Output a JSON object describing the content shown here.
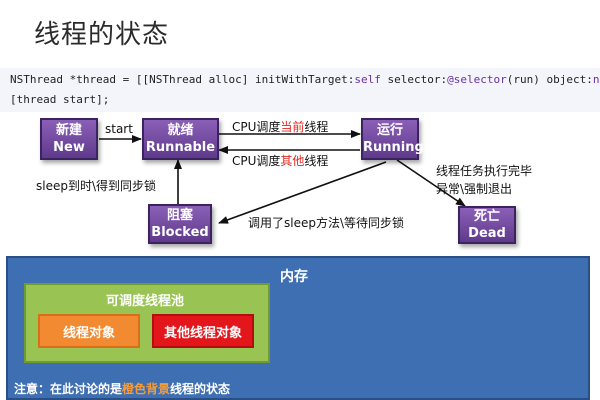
{
  "title": "线程的状态",
  "code": {
    "line1": {
      "a": "NSThread *thread = [[NSThread alloc] initWithTarget:",
      "kw_self": "self",
      "b": " selector:",
      "kw_selector": "@selector",
      "c": "(run) object:",
      "kw_nil": "nil",
      "d": "];"
    },
    "line2": "[thread start];"
  },
  "states": {
    "new": {
      "cn": "新建",
      "en": "New"
    },
    "runnable": {
      "cn": "就绪",
      "en": "Runnable"
    },
    "running": {
      "cn": "运行",
      "en": "Running"
    },
    "blocked": {
      "cn": "阻塞",
      "en": "Blocked"
    },
    "dead": {
      "cn": "死亡",
      "en": "Dead"
    }
  },
  "labels": {
    "start": "start",
    "cpu_current": {
      "a": "CPU调度",
      "red": "当前",
      "b": "线程"
    },
    "cpu_other": {
      "a": "CPU调度",
      "red": "其他",
      "b": "线程"
    },
    "sleep_done": "sleep到时\\得到同步锁",
    "sleep_called": "调用了sleep方法\\等待同步锁",
    "dead_reason_1": "线程任务执行完毕",
    "dead_reason_2": "异常\\强制退出"
  },
  "memory": {
    "title": "内存",
    "pool_title": "可调度线程池",
    "thread_object": "线程对象",
    "other_thread_objects": "其他线程对象",
    "note": {
      "a": "注意：在此讨论的是",
      "hl": "橙色背景",
      "b": "线程的状态"
    }
  },
  "colors": {
    "state_box": "#6f48a0",
    "memory_bg": "#3f6fb3",
    "pool_bg": "#99c454",
    "thread_object": "#f28a32",
    "other_thread_objects": "#e2161b",
    "highlight_text": "#e0281f"
  }
}
